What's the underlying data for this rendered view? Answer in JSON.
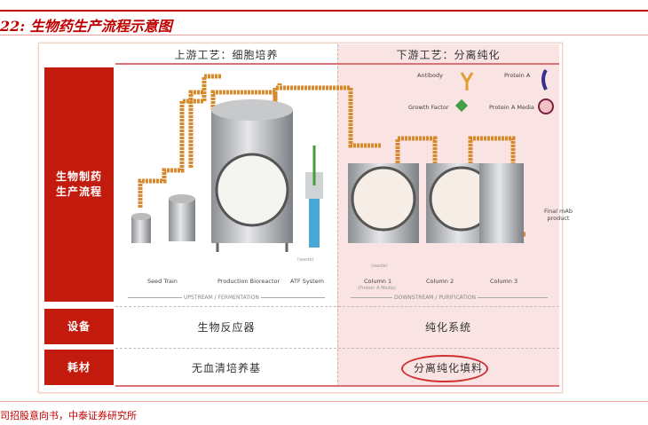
{
  "title": "22: 生物药生产流程示意图",
  "headers": {
    "upstream": "上游工艺：细胞培养",
    "downstream": "下游工艺：分离纯化"
  },
  "row_labels": {
    "process": "生物制药\n生产流程",
    "equipment": "设备",
    "consumables": "耗材"
  },
  "legend": {
    "antibody": "Antibody",
    "protein_a": "Protein A",
    "growth_factor": "Growth Factor",
    "protein_a_media": "Protein A Media"
  },
  "diagram": {
    "seed_train": "Seed Train",
    "production_bioreactor": "Production Bioreactor",
    "atf_system": "ATF System",
    "column1": "Column 1",
    "column1_sub": "(Protein A Media)",
    "column2": "Column 2",
    "column3": "Column 3",
    "waste1": "(waste)",
    "waste2": "(waste)",
    "final": "Final mAb product",
    "upstream_section": "UPSTREAM / FERMENTATION",
    "downstream_section": "DOWNSTREAM / PURIFICATION"
  },
  "equipment": {
    "upstream": "生物反应器",
    "downstream": "纯化系统"
  },
  "consumables": {
    "upstream": "无血清培养基",
    "downstream": "分离纯化填料"
  },
  "source": "司招股意向书，中泰证券研究所",
  "colors": {
    "accent": "#c31a0e",
    "pink": "#f9e3e3"
  }
}
